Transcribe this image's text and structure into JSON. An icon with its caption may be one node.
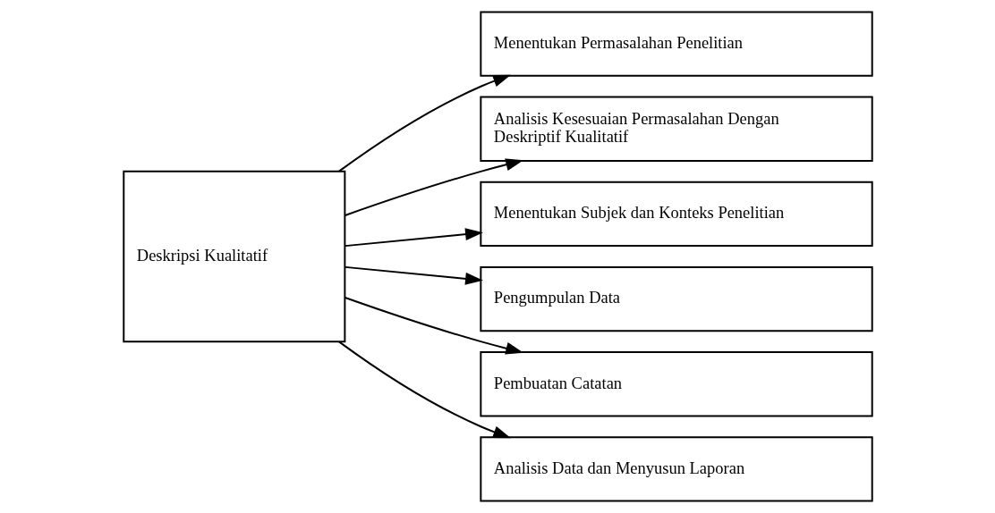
{
  "diagram": {
    "nodes": [
      {
        "text": [
          "Deskripsi Kualitatif"
        ]
      },
      {
        "text": [
          "Menentukan Permasalahan Penelitian"
        ]
      },
      {
        "text": [
          "Analisis Kesesuaian Permasalahan Dengan Deskriptif Kualitatif"
        ]
      },
      {
        "text": [
          "Menentukan Subjek dan Konteks Penelitian"
        ]
      },
      {
        "text": [
          "Pengumpulan Data"
        ]
      },
      {
        "text": [
          "Pembuatan Catatan"
        ]
      },
      {
        "text": [
          "Analisis Data dan Menyusun Laporan"
        ]
      }
    ],
    "edges": [
      {
        "from": 0,
        "to": 1,
        "arrow": "to"
      },
      {
        "from": 0,
        "to": 2,
        "arrow": "to"
      },
      {
        "from": 0,
        "to": 3,
        "arrow": "to"
      },
      {
        "from": 0,
        "to": 4,
        "arrow": "to"
      },
      {
        "from": 0,
        "to": 5,
        "arrow": "to"
      },
      {
        "from": 0,
        "to": 6,
        "arrow": "to"
      }
    ]
  }
}
